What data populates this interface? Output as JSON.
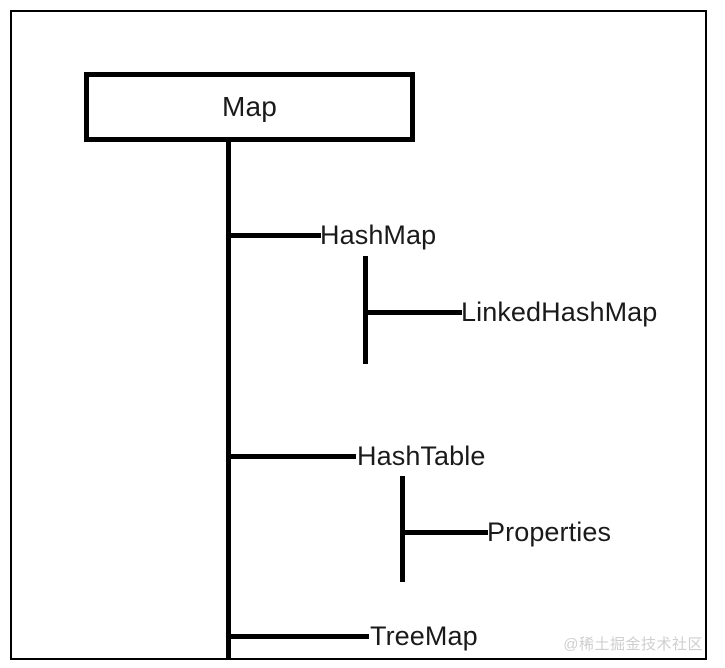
{
  "diagram": {
    "type": "hierarchy-tree",
    "title": "Map",
    "root": {
      "label": "Map",
      "shape": "rectangle"
    },
    "branches": [
      {
        "label": "HashMap",
        "level": 1,
        "children": [
          {
            "label": "LinkedHashMap",
            "level": 2
          }
        ]
      },
      {
        "label": "HashTable",
        "level": 1,
        "children": [
          {
            "label": "Properties",
            "level": 2
          }
        ]
      },
      {
        "label": "TreeMap",
        "level": 1,
        "children": []
      }
    ],
    "colors": {
      "line": "#000000",
      "text": "#1a1a1a",
      "background": "#ffffff",
      "watermark": "#cfcfcf"
    }
  },
  "watermark": {
    "text": "@稀土掘金技术社区"
  }
}
